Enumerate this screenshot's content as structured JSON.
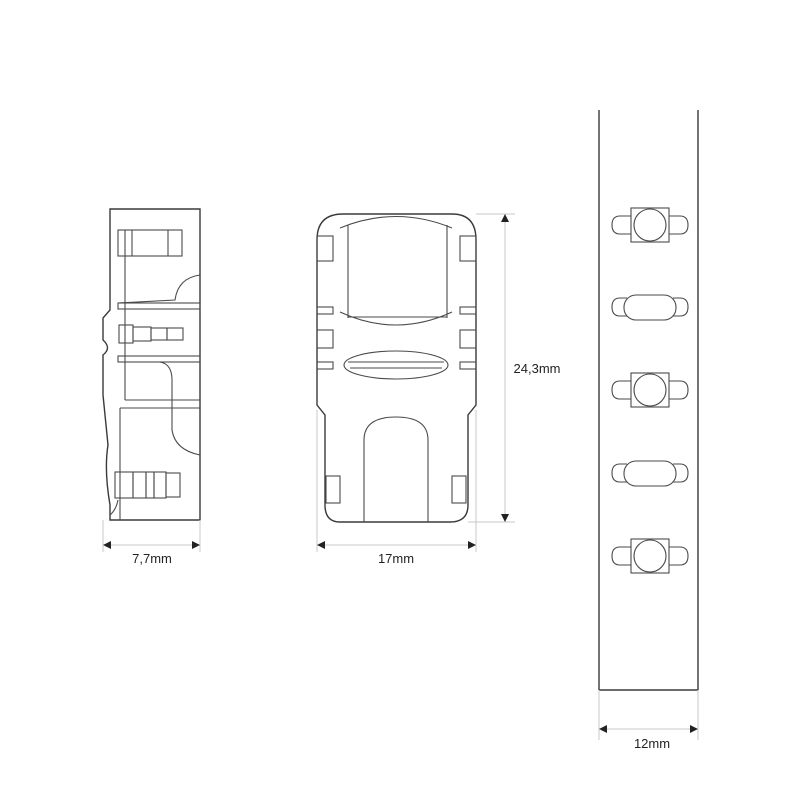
{
  "diagram": {
    "type": "technical-dimension-drawing",
    "views": [
      {
        "id": "connector-side-view",
        "dimension_label": "7,7mm"
      },
      {
        "id": "connector-top-view",
        "width_label": "17mm",
        "height_label": "24,3mm"
      },
      {
        "id": "led-strip-view",
        "width_label": "12mm",
        "led_count": 5
      }
    ]
  },
  "labels": {
    "side_width": "7,7mm",
    "top_width": "17mm",
    "top_height": "24,3mm",
    "strip_width": "12mm"
  },
  "colors": {
    "line": "#3a3a3a",
    "dimension_line": "#c8c8c8",
    "text": "#222222",
    "background": "#ffffff"
  }
}
